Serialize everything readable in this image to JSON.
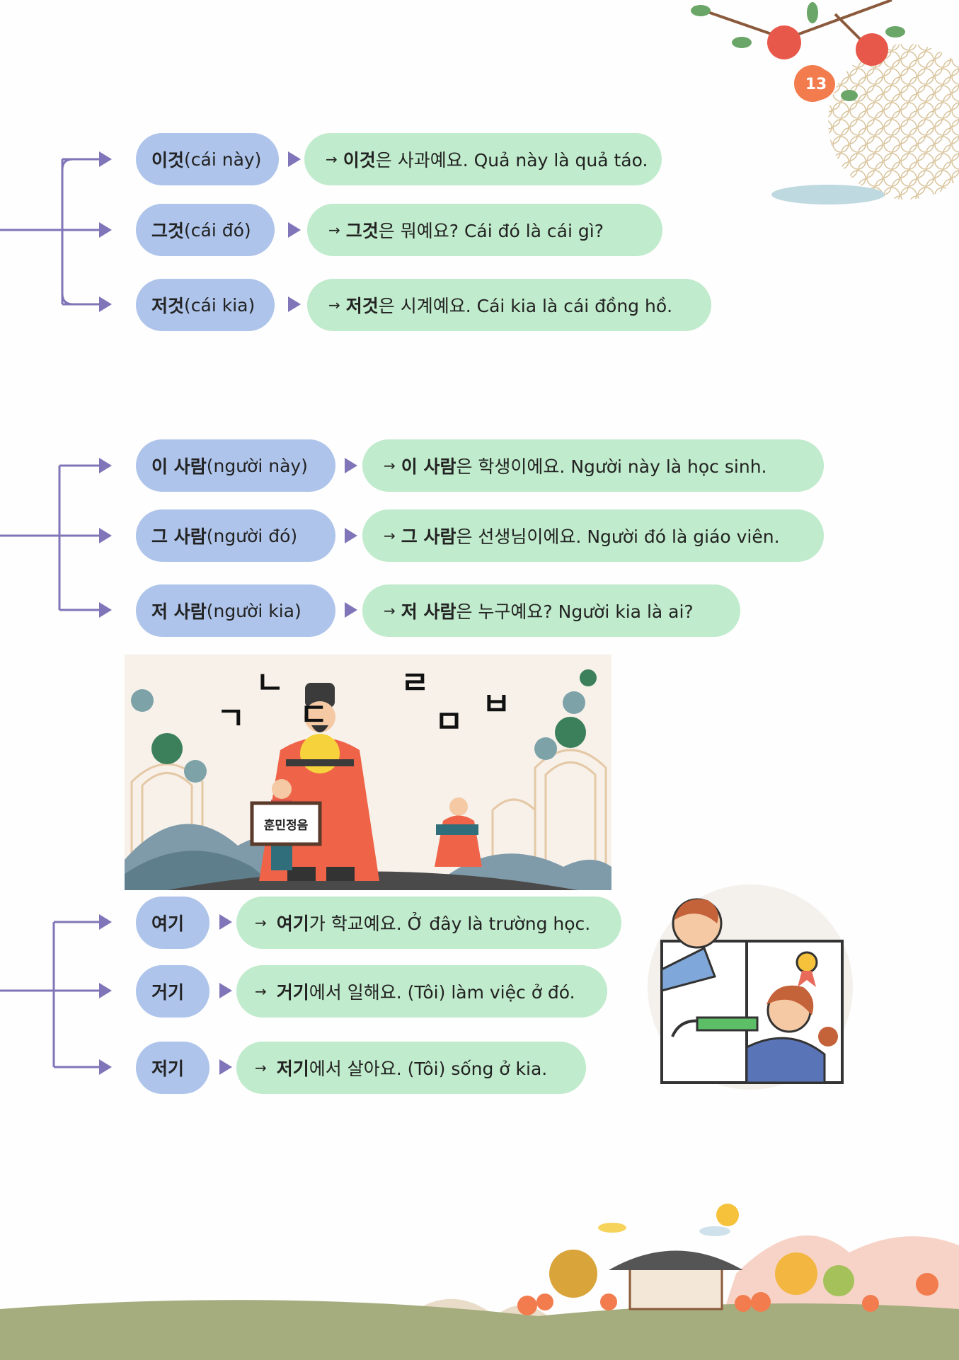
{
  "page_number": "13",
  "colors": {
    "bracket": "#8075b8",
    "term_pill": "#aec4ea",
    "example_pill": "#c0ebcc",
    "badge": "#f27c4e"
  },
  "sections": [
    {
      "rows": [
        {
          "term": "이것",
          "meaning": " (cái này)",
          "arrow": "→",
          "example_term": "이것",
          "example_rest": "은 사과예요. Quả này là quả táo."
        },
        {
          "term": "그것",
          "meaning": " (cái đó)",
          "arrow": "→",
          "example_term": "그것",
          "example_rest": "은 뭐예요? Cái đó là cái gì?"
        },
        {
          "term": "저것",
          "meaning": " (cái kia)",
          "arrow": "→",
          "example_term": "저것",
          "example_rest": "은 시계예요. Cái kia là cái đồng hồ."
        }
      ]
    },
    {
      "rows": [
        {
          "term": "이 사람",
          "meaning": " (người này)",
          "arrow": "→",
          "example_term": "이 사람",
          "example_rest": "은 학생이에요. Người này là học sinh."
        },
        {
          "term": "그 사람",
          "meaning": " (người đó)",
          "arrow": "→",
          "example_term": "그 사람",
          "example_rest": " 은 선생님이에요. Người đó là giáo viên."
        },
        {
          "term": "저 사람",
          "meaning": " (người kia)",
          "arrow": "→",
          "example_term": "저 사람",
          "example_rest": "은 누구예요? Người kia là ai?"
        }
      ]
    },
    {
      "rows": [
        {
          "term": "여기",
          "meaning": "",
          "arrow": "→",
          "example_term": "여기",
          "example_rest": "가 학교예요. Ở đây là trường học."
        },
        {
          "term": "거기",
          "meaning": "",
          "arrow": "→",
          "example_term": "거기",
          "example_rest": "에서 일해요. (Tôi) làm việc ở đó."
        },
        {
          "term": "저기",
          "meaning": "",
          "arrow": "→",
          "example_term": "저기",
          "example_rest": "에서 살아요. (Tôi) sống ở kia."
        }
      ]
    }
  ],
  "illustration": {
    "letters": [
      "ㄱ",
      "ㄴ",
      "ㄷ",
      "ㄹ",
      "ㅁ",
      "ㅂ"
    ],
    "scroll_text": "훈민정음"
  }
}
